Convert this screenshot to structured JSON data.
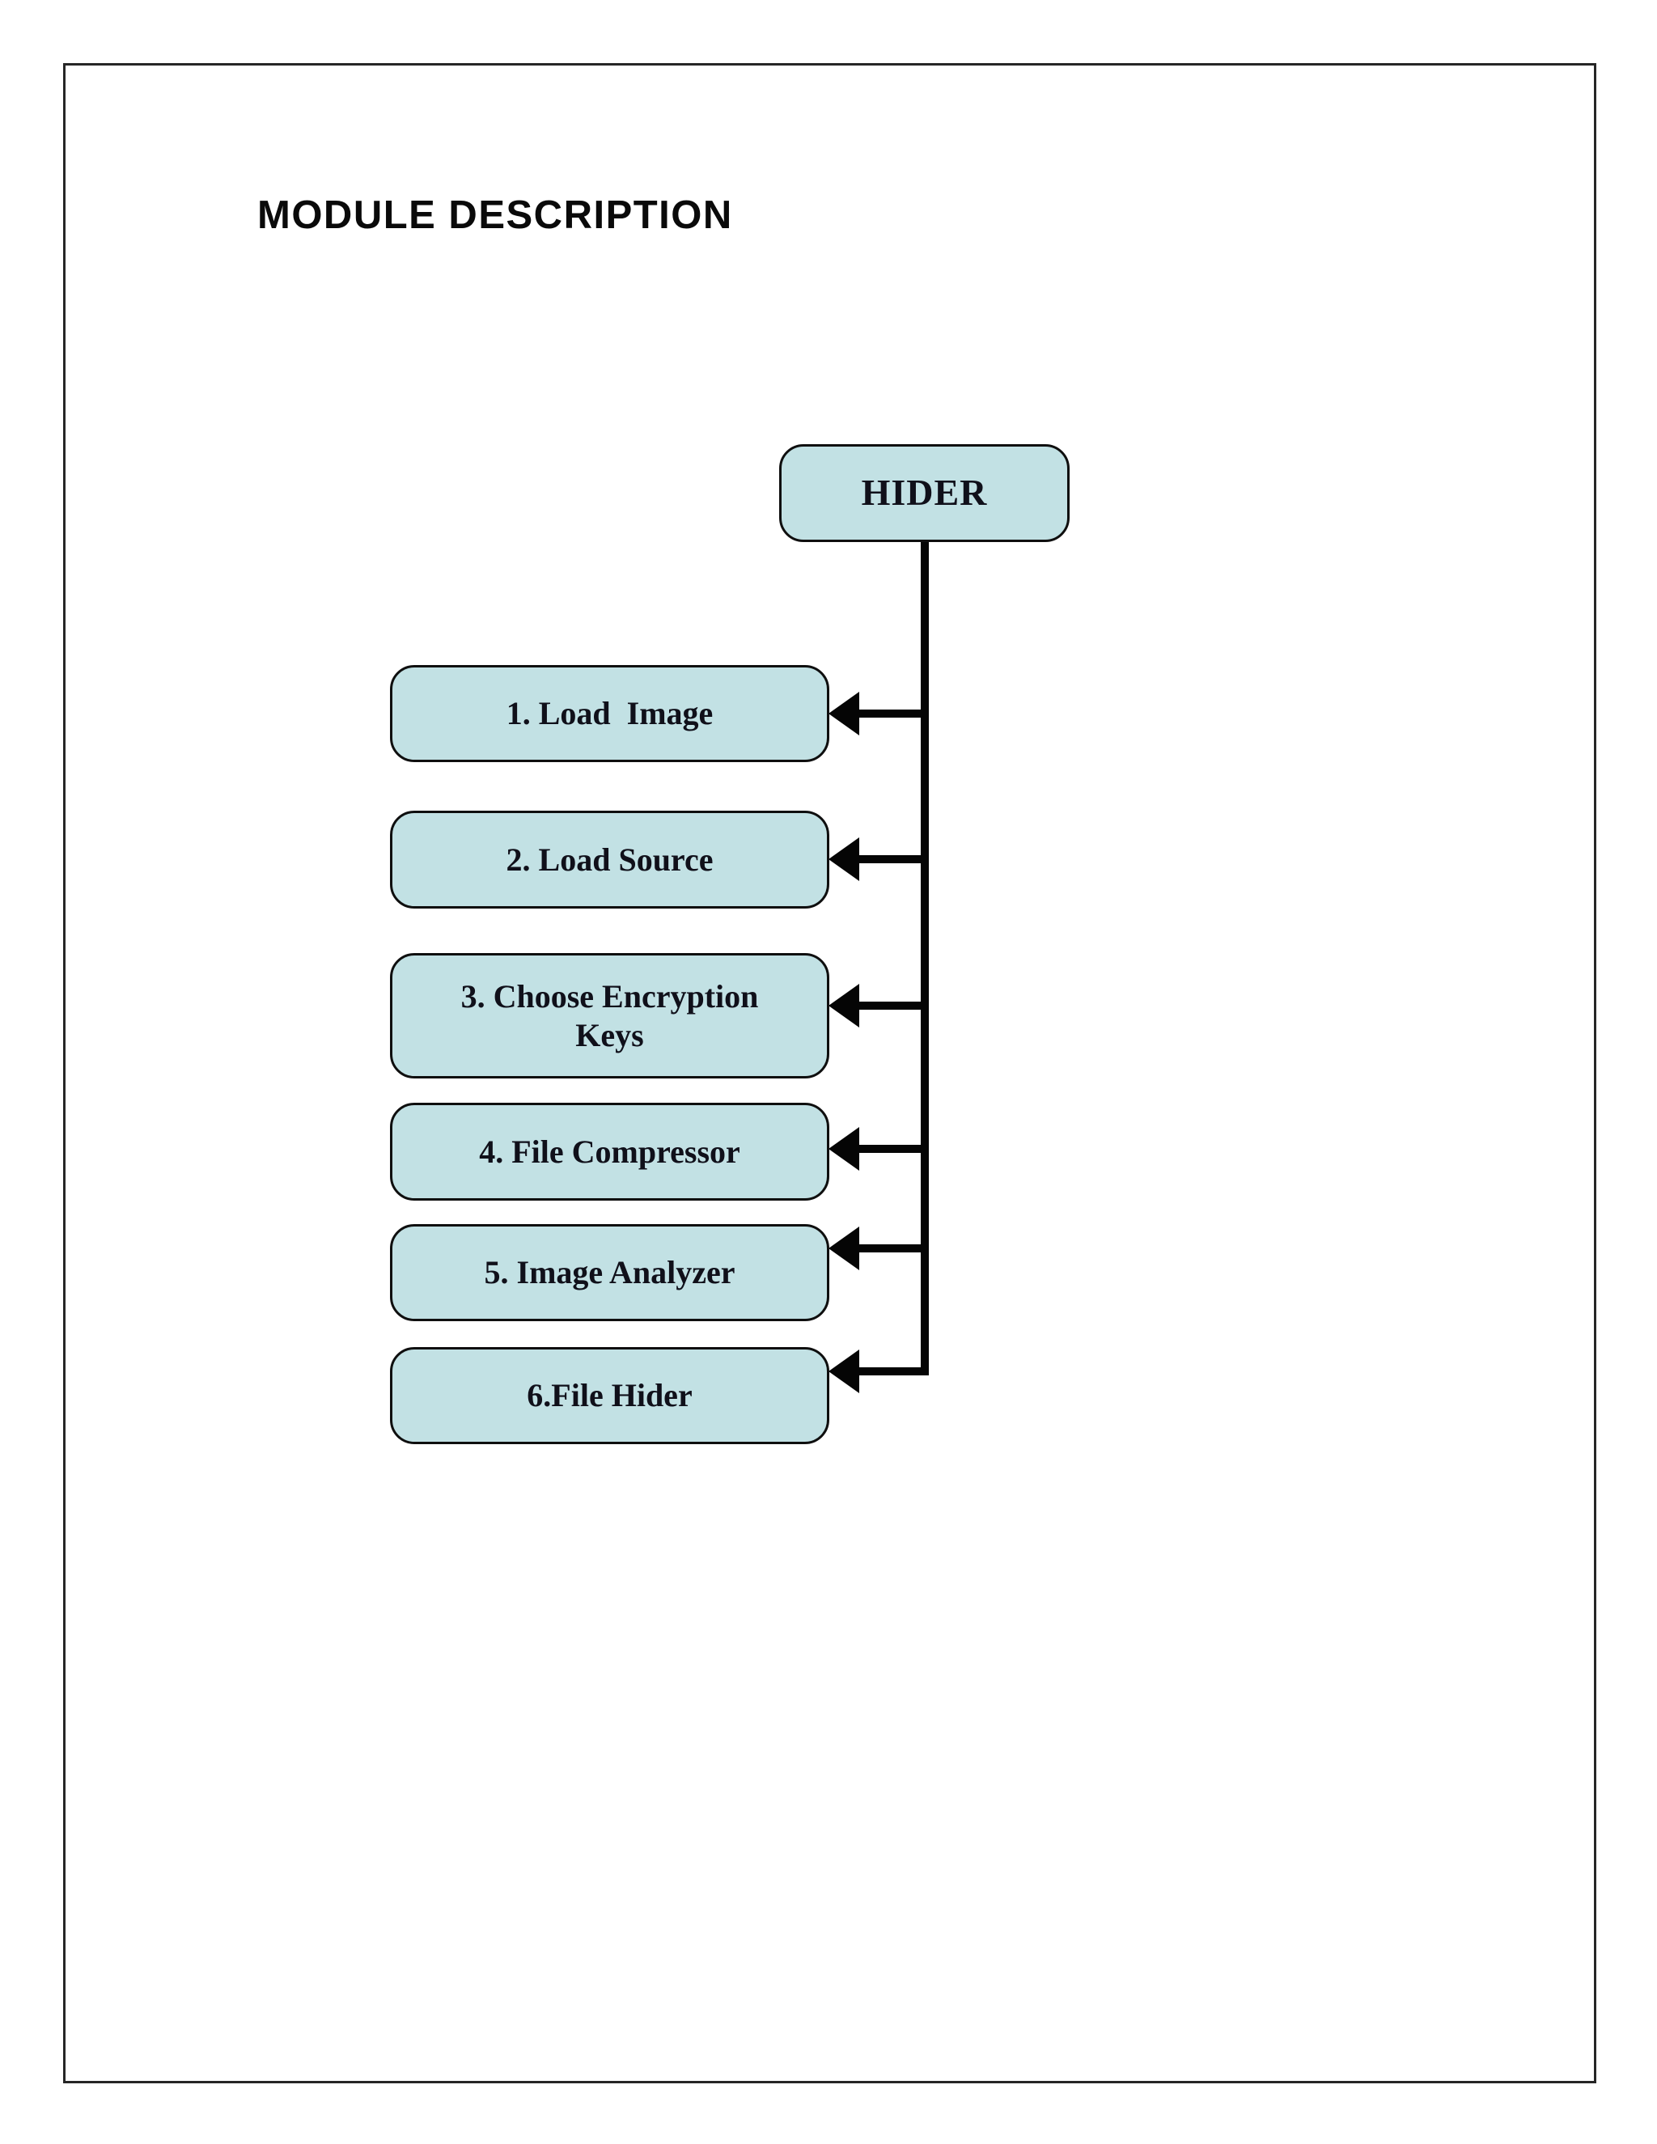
{
  "page": {
    "title": "MODULE DESCRIPTION"
  },
  "diagram": {
    "root": {
      "label": "HIDER"
    },
    "modules": [
      {
        "label": "1. Load  Image"
      },
      {
        "label": "2. Load Source"
      },
      {
        "label": "3. Choose Encryption Keys"
      },
      {
        "label": "4. File Compressor"
      },
      {
        "label": "5. Image Analyzer"
      },
      {
        "label": "6.File Hider"
      }
    ],
    "colors": {
      "box_fill": "#c2e1e4",
      "box_border": "#0f0f0f",
      "connector": "#050505",
      "label_color": "#10101a",
      "title_color": "#0a0a0a",
      "page_border": "#262626",
      "page_bg": "#ffffff"
    }
  }
}
